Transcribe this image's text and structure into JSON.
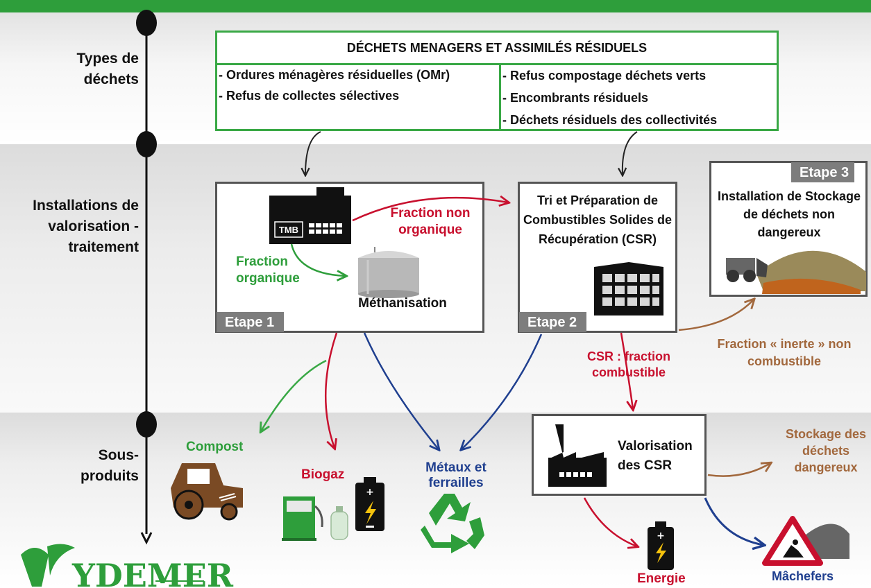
{
  "timeline": {
    "types": "Types de déchets",
    "installations": "Installations de valorisation - traitement",
    "sous_produits": "Sous- produits"
  },
  "dechets": {
    "title": "DÉCHETS MENAGERS ET ASSIMILÉS RÉSIDUELS",
    "left_items": [
      "- Ordures ménagères résiduelles (OMr)",
      "- Refus de collectes sélectives"
    ],
    "right_items": [
      "- Refus compostage déchets verts",
      "- Encombrants résiduels",
      "- Déchets résiduels des collectivités"
    ]
  },
  "etape1": {
    "tag": "Etape 1",
    "tmb": "TMB",
    "fraction_organique": "Fraction organique",
    "methanisation": "Méthanisation"
  },
  "fraction_non_organique": "Fraction non organique",
  "etape2": {
    "tag": "Etape 2",
    "title": "Tri et Préparation de Combustibles Solides de Récupération (CSR)"
  },
  "etape3": {
    "tag": "Etape 3",
    "title": "Installation de Stockage de déchets non dangereux"
  },
  "fraction_inerte": "Fraction « inerte » non combustible",
  "csr_fraction": "CSR : fraction combustible",
  "valorisation": "Valorisation des CSR",
  "stockage_dangereux": "Stockage des déchets dangereux",
  "outputs": {
    "compost": "Compost",
    "biogaz": "Biogaz",
    "metaux": "Métaux et ferrailles",
    "energie": "Energie",
    "machefers": "Mâchefers"
  },
  "logo": "SYDEMER",
  "colors": {
    "green": "#2e9e3b",
    "red": "#c8102e",
    "blue": "#1f3f8f",
    "brown": "#a2683d",
    "gray": "#7d7d7d"
  }
}
